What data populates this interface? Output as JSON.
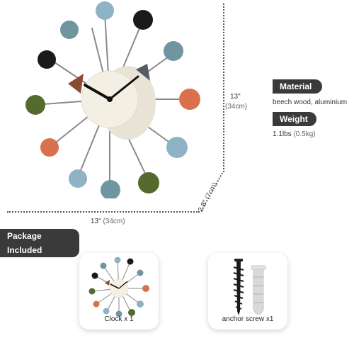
{
  "dimensions": {
    "height_label": "13\"",
    "height_cm": "(34cm)",
    "width_label": "13\"",
    "width_cm": "(34cm)",
    "depth_label": "2.8\"",
    "depth_cm": "(7cm)"
  },
  "specs": {
    "material_title": "Material",
    "material_value": "beech wood, aluminium",
    "weight_title": "Weight",
    "weight_value": "1.1lbs",
    "weight_kg": "(0.5kg)"
  },
  "package": {
    "title": "Package Included",
    "item1_caption": "Clock x 1",
    "item2_caption": "anchor screw x1"
  },
  "colors": {
    "blue": "#8fb3c4",
    "teal": "#6f95a0",
    "black": "#1a1a1a",
    "orange": "#d9714f",
    "green": "#556a2e",
    "white_body": "#f3efe2",
    "pill": "#3a3a3a"
  }
}
